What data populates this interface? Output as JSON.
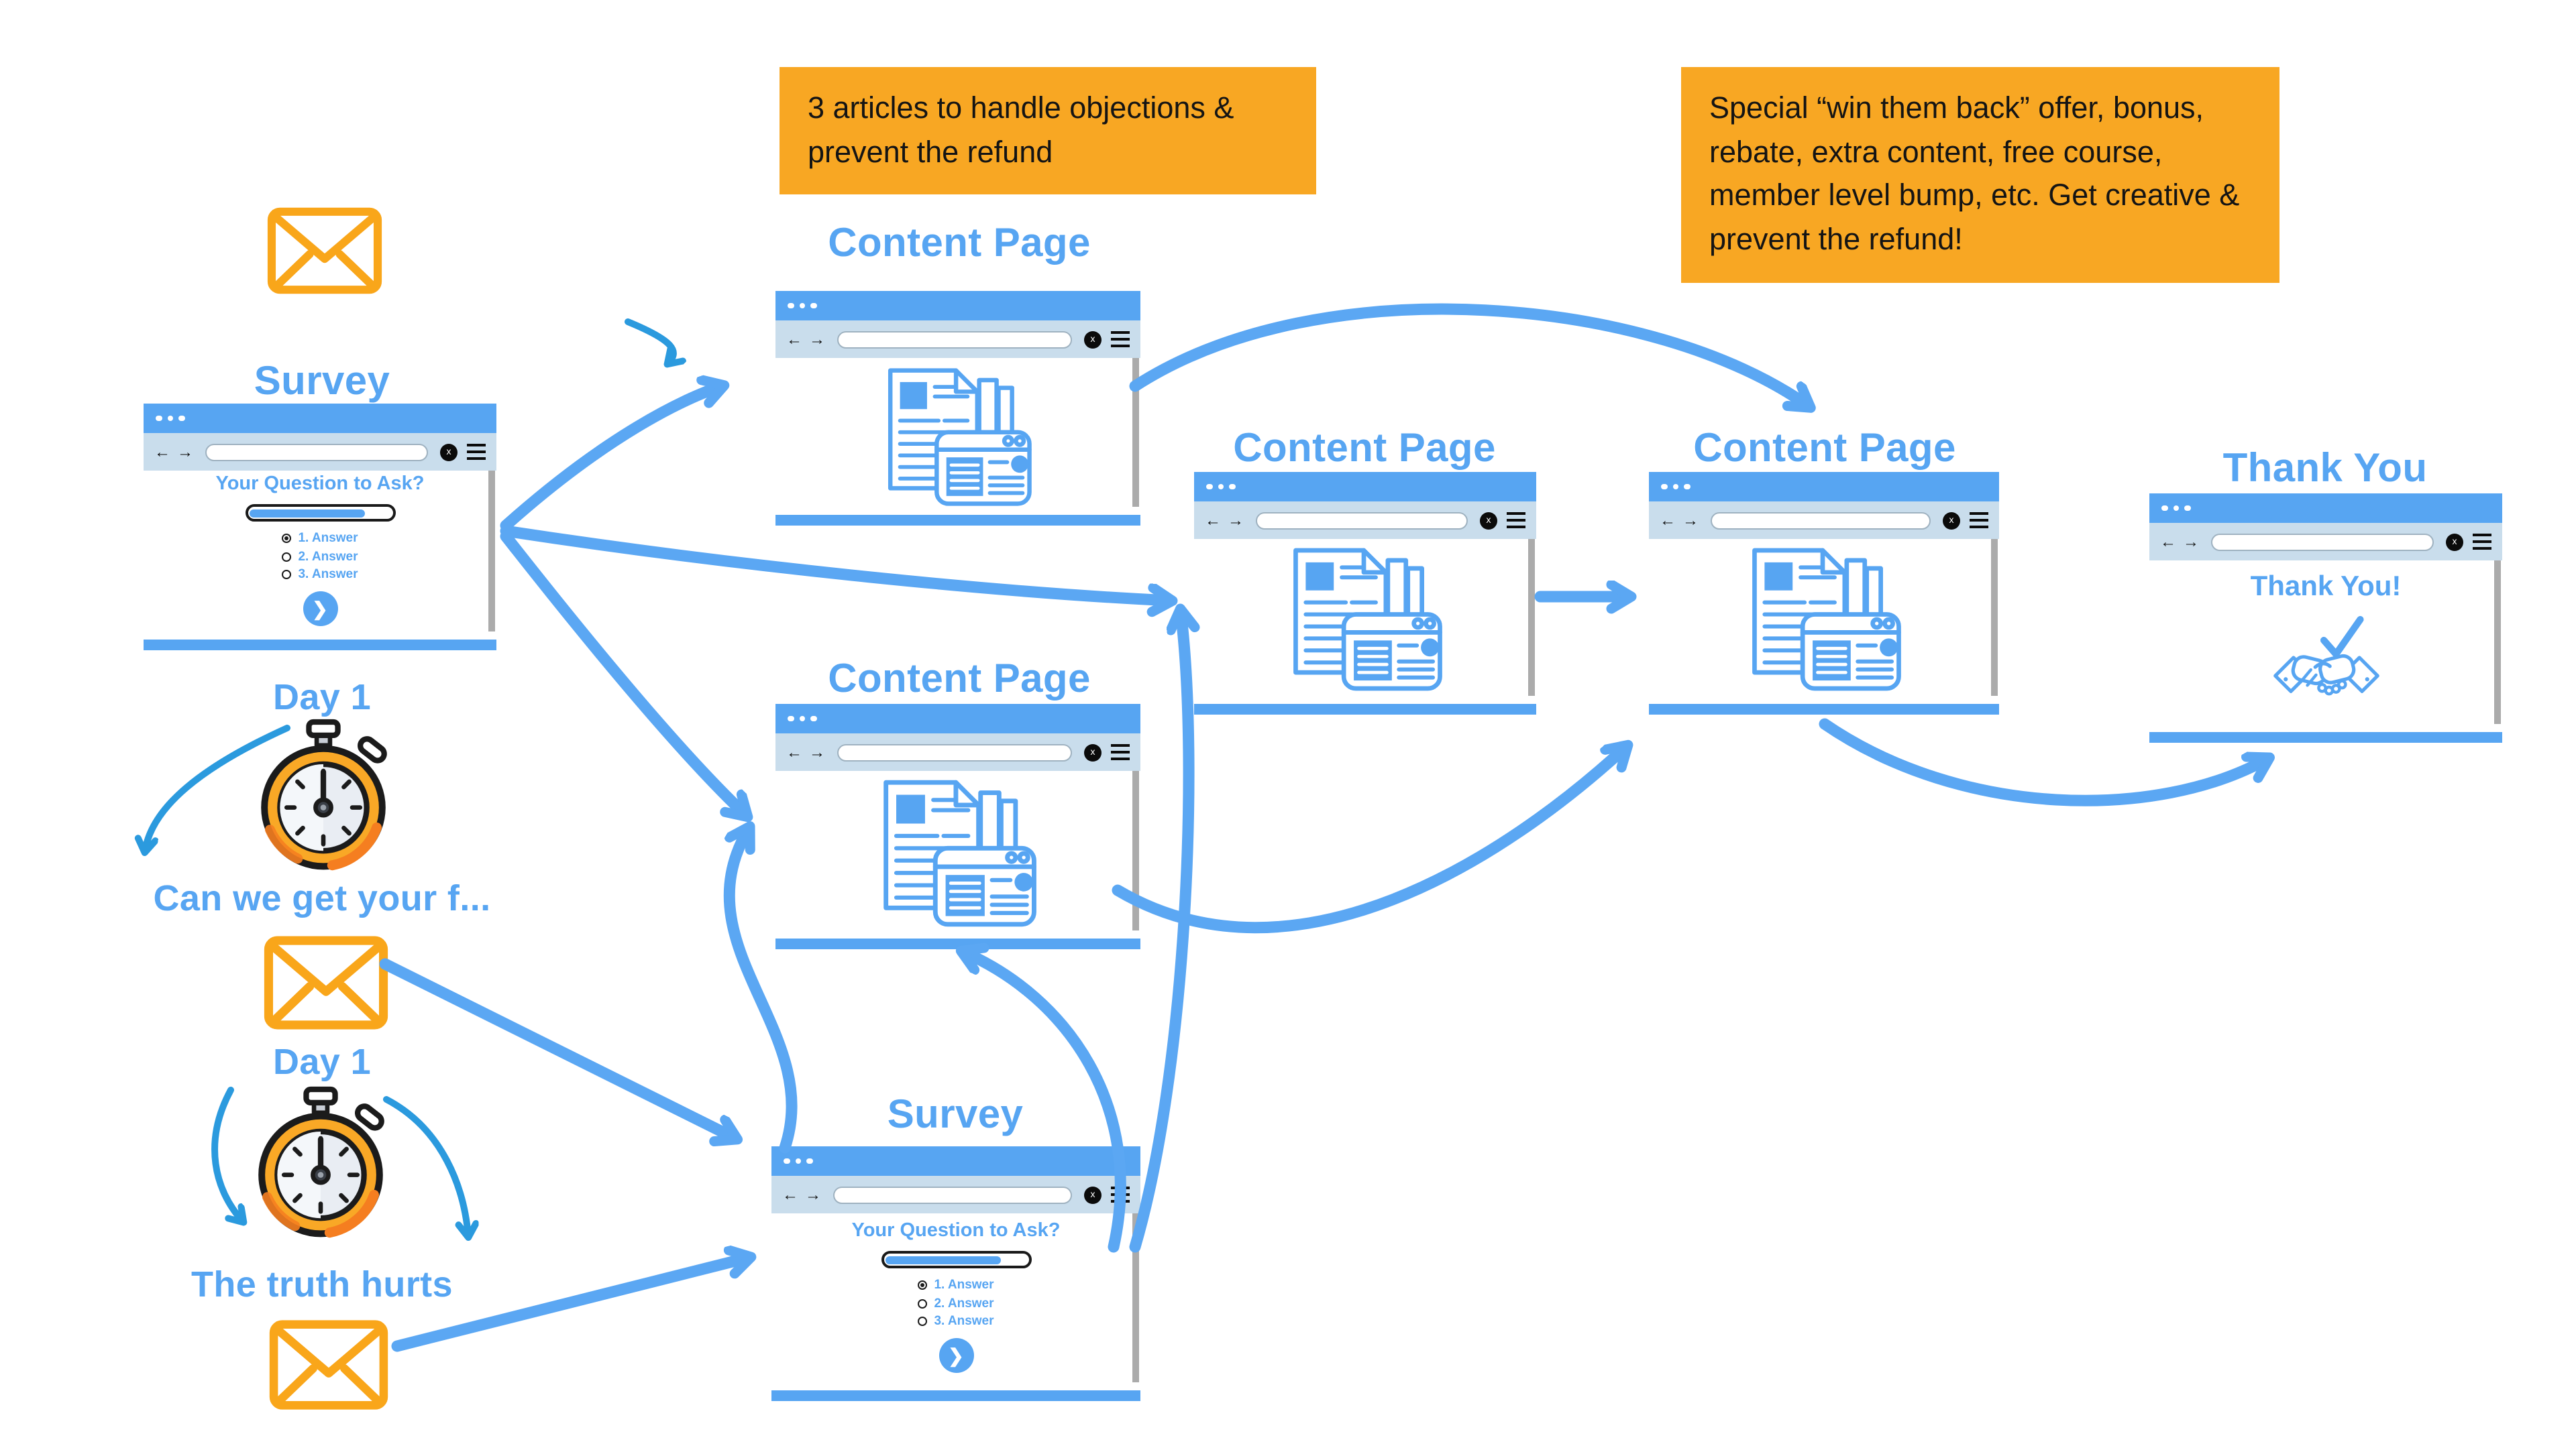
{
  "palette": {
    "node_blue": "#57A5F2",
    "flow_arrow_blue": "#5BA7F3",
    "small_arrow_blue": "#2B9ADE",
    "note_orange": "#F8A723",
    "envelope_orange": "#F9A61A",
    "toolbar_gray_blue": "#C9DDEC",
    "scrollbar_gray": "#ABABAB",
    "note_text_black": "#141414"
  },
  "notes": {
    "objections": "3 articles to handle objections & prevent the refund",
    "win_back": "Special “win them back” offer, bonus, rebate, extra content, free course, member level bump, etc. Get creative & prevent the refund!"
  },
  "nodes": {
    "survey1_label": "Survey",
    "day1_first": "Day 1",
    "feedback_email": "Can we get your f...",
    "day1_second": "Day 1",
    "truth_email": "The truth hurts",
    "content_page_top": "Content Page",
    "content_page_mid_left": "Content Page",
    "content_page_middle": "Content Page",
    "content_page_right": "Content Page",
    "survey2_label": "Survey",
    "thank_you_label": "Thank You"
  },
  "survey_form": {
    "question": "Your Question to Ask?",
    "options": [
      "1. Answer",
      "2. Answer",
      "3. Answer"
    ],
    "selected_option": "1. Answer"
  },
  "thank_you_page": {
    "heading": "Thank You!"
  }
}
